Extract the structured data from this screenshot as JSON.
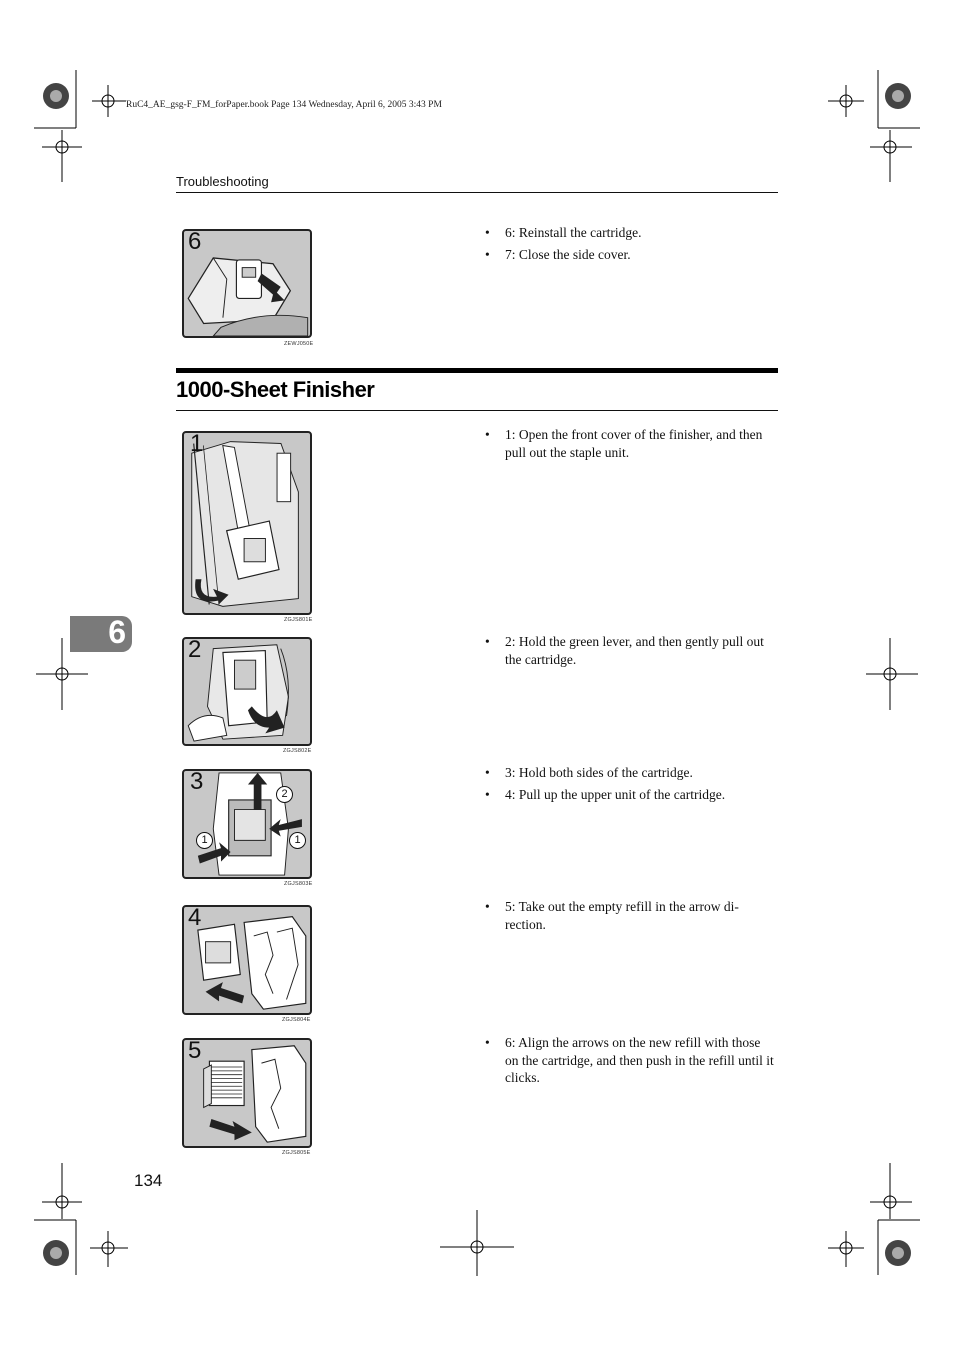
{
  "print_header": "RuC4_AE_gsg-F_FM_forPaper.book  Page 134  Wednesday, April 6, 2005  3:43 PM",
  "running_head": "Troubleshooting",
  "chapter_tab": "6",
  "page_number": "134",
  "section_title": "1000-Sheet Finisher",
  "steps": [
    {
      "step_label": "6",
      "figure_code": "ZEWJ050E",
      "bullets": [
        "6: Reinstall the cartridge.",
        "7: Close the side cover."
      ]
    },
    {
      "step_label": "1",
      "figure_code": "ZGJS801E",
      "bullets": [
        "1: Open the front cover of the finisher, and then pull out the staple unit."
      ]
    },
    {
      "step_label": "2",
      "figure_code": "ZGJS802E",
      "bullets": [
        "2: Hold the green lever, and then gently pull out the cartridge."
      ]
    },
    {
      "step_label": "3",
      "figure_code": "ZGJS803E",
      "callouts": [
        "1",
        "2",
        "1"
      ],
      "bullets": [
        "3: Hold both sides of the cartridge.",
        "4: Pull up the upper unit of the cartridge."
      ]
    },
    {
      "step_label": "4",
      "figure_code": "ZGJS804E",
      "bullets": [
        "5: Take out the empty refill in the arrow di-rection."
      ]
    },
    {
      "step_label": "5",
      "figure_code": "ZGJS805E",
      "bullets": [
        "6: Align the arrows on the new refill with those on the cartridge, and then push in the refill until it clicks."
      ]
    }
  ]
}
